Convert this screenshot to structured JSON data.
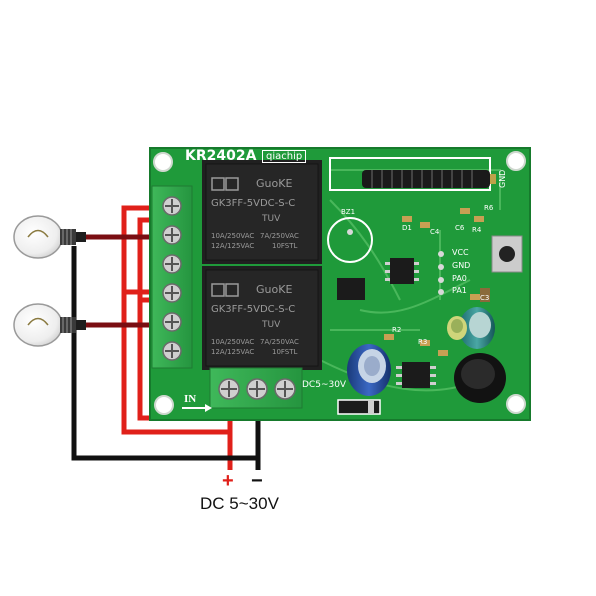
{
  "board": {
    "model": "KR2402A",
    "brand": "qiachip",
    "pins": [
      "VCC",
      "GND",
      "PA0",
      "PA1"
    ],
    "silk_labels": [
      "BZ1",
      "R6",
      "R4",
      "C3",
      "D1",
      "R2",
      "R3",
      "C4",
      "C6"
    ],
    "in_label": "IN",
    "dc_label": "DC5~30V",
    "gnd_label": "GND"
  },
  "relays": [
    {
      "brand": "GuoKE",
      "model": "GK3FF-5VDC-S-C",
      "ratings_1": "10A/250VAC",
      "ratings_2": "7A/250VAC",
      "ratings_3": "12A/125VAC",
      "ratings_4": "10FSTL",
      "mark": "TUV"
    },
    {
      "brand": "GuoKE",
      "model": "GK3FF-5VDC-S-C",
      "ratings_1": "10A/250VAC",
      "ratings_2": "7A/250VAC",
      "ratings_3": "12A/125VAC",
      "ratings_4": "10FSTL",
      "mark": "TUV"
    }
  ],
  "power": {
    "plus": "+",
    "minus": "−",
    "label": "DC 5~30V"
  },
  "colors": {
    "pcb": "#1f9a3a",
    "terminal": "#2fa84a",
    "relay": "#202020",
    "wire_red": "#e0201a",
    "wire_dark_red": "#7a0e12",
    "wire_black": "#111111"
  }
}
